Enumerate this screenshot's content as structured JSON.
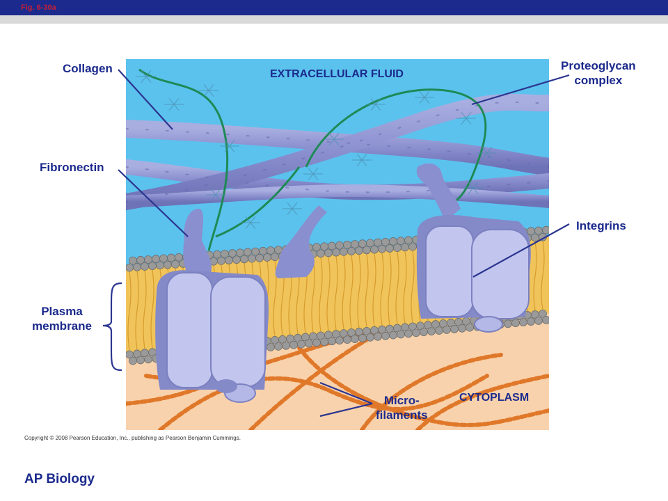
{
  "header": {
    "fig_label": "Fig. 6-30a"
  },
  "diagram": {
    "regions": {
      "extracellular": "EXTRACELLULAR FLUID",
      "cytoplasm": "CYTOPLASM"
    },
    "labels": {
      "collagen": "Collagen",
      "fibronectin": "Fibronectin",
      "plasma_membrane_1": "Plasma",
      "plasma_membrane_2": "membrane",
      "proteoglycan_1": "Proteoglycan",
      "proteoglycan_2": "complex",
      "integrins": "Integrins",
      "microfilaments_1": "Micro-",
      "microfilaments_2": "filaments"
    },
    "colors": {
      "extracellular": "#5bc2ee",
      "cytoplasm": "#f8d2ac",
      "membrane_core": "#f0c45a",
      "phospholipid_head": "#9a9a9a",
      "protein": "#b4b8e6",
      "fiber": "#7f84c4",
      "proteoglycan": "#1e8a55",
      "microfilament": "#e0782a",
      "label": "#1b2a8c"
    }
  },
  "footer": {
    "copyright": "Copyright © 2008 Pearson Education, Inc., publishing as Pearson Benjamin Cummings.",
    "course": "AP Biology"
  }
}
